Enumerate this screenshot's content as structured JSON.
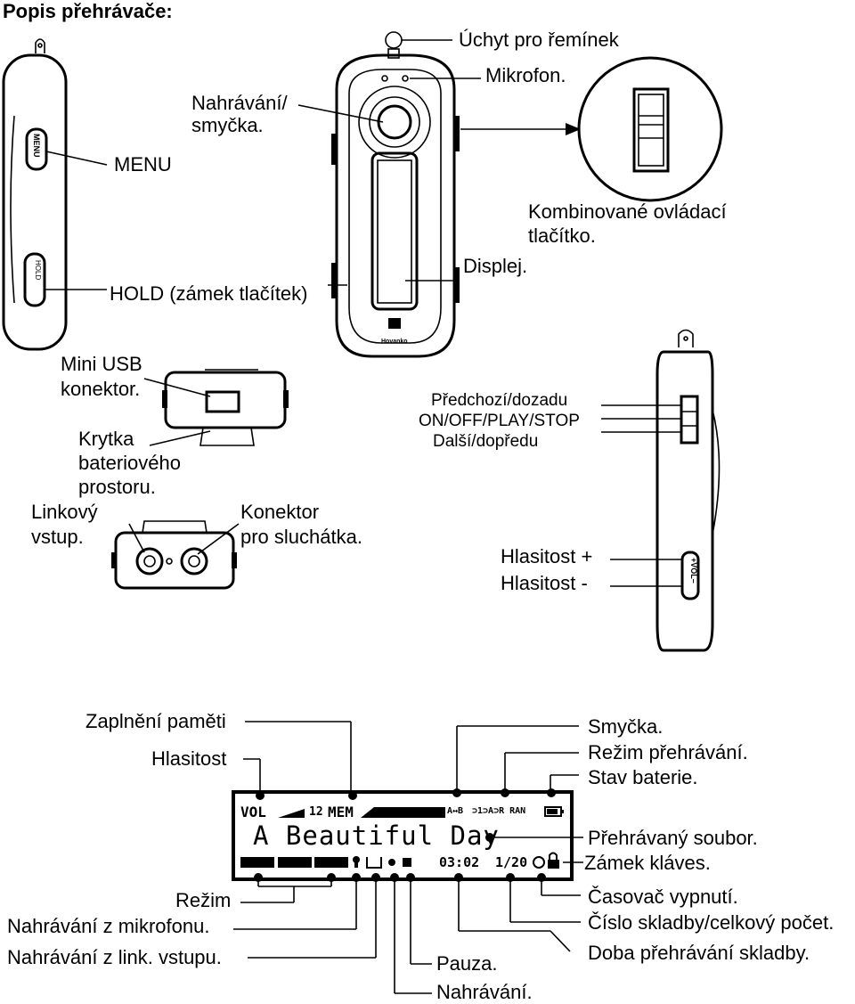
{
  "title": "Popis přehrávače:",
  "labels": {
    "strap": "Úchyt pro řemínek",
    "mic": "Mikrofon.",
    "rec_loop_1": "Nahrávání/",
    "rec_loop_2": "smyčka.",
    "menu": "MENU",
    "combo_1": "Kombinované ovládací",
    "combo_2": "tlačítko.",
    "display": "Displej.",
    "hold": "HOLD (zámek tlačítek)",
    "usb_1": "Mini USB",
    "usb_2": "konektor.",
    "battery_1": "Krytka",
    "battery_2": "bateriového",
    "battery_3": "prostoru.",
    "prev": "Předchozí/dozadu",
    "onoff": "ON/OFF/PLAY/STOP",
    "next": "Další/dopředu",
    "linein_1": "Linkový",
    "linein_2": "vstup.",
    "headphone_1": "Konektor",
    "headphone_2": "pro sluchátka.",
    "vol_up": "Hlasitost +",
    "vol_down": "Hlasitost -",
    "mem_fill": "Zaplnění paměti",
    "volume": "Hlasitost",
    "loop": "Smyčka.",
    "play_mode": "Režim přehrávání.",
    "battery_state": "Stav baterie.",
    "playing_file": "Přehrávaný soubor.",
    "key_lock": "Zámek kláves.",
    "mode": "Režim",
    "rec_mic": "Nahrávání z mikrofonu.",
    "rec_line": "Nahrávání z link. vstupu.",
    "sleep_timer": "Časovač vypnutí.",
    "track_count": "Číslo skladby/celkový počet.",
    "play_time": "Doba přehrávání skladby.",
    "pause": "Pauza.",
    "recording": "Nahrávání."
  },
  "lcd": {
    "vol": "VOL",
    "vol_level": "12",
    "mem": "MEM",
    "ab": "A↔B",
    "modes": "⊃1⊃A⊃R RAN",
    "song": "A Beautiful Day",
    "time": "03:02",
    "track": "1/20"
  },
  "device_text": {
    "menu_btn": "MENU",
    "hold_btn": "HOLD",
    "brand": "Hovanko",
    "vol_btn": "+VOL–"
  }
}
